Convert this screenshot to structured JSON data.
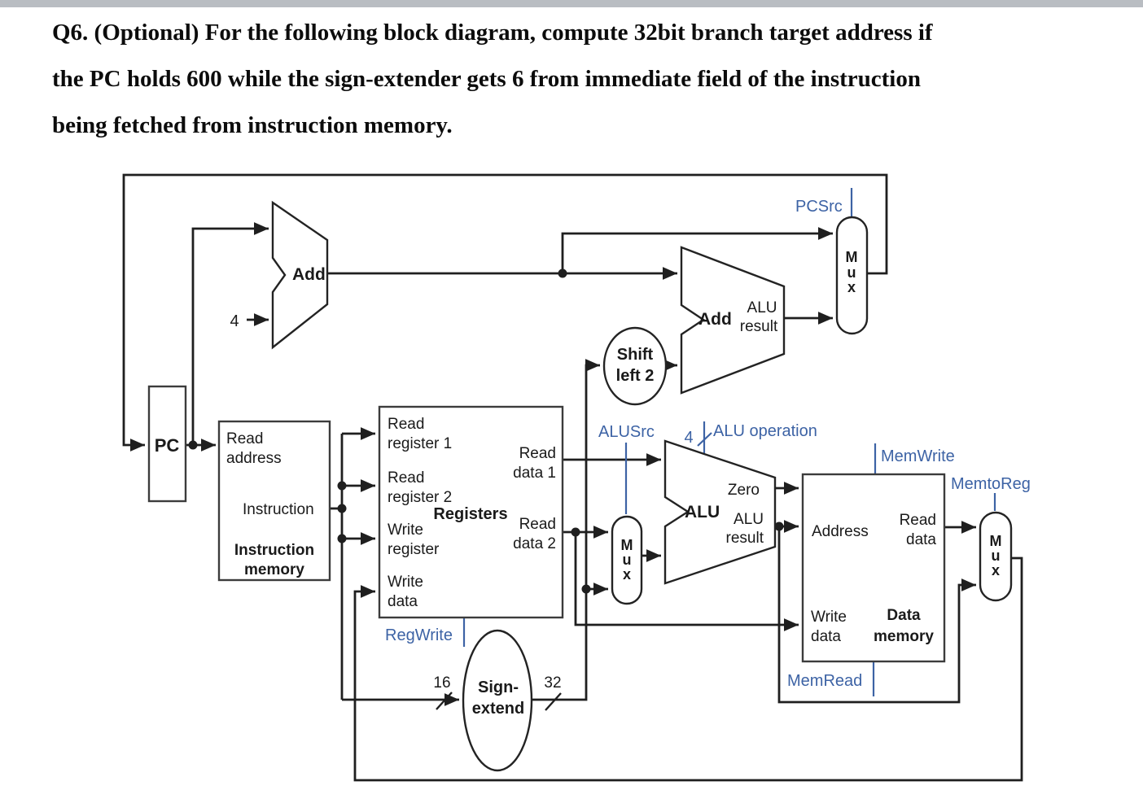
{
  "title": {
    "line1": "Q6. (Optional) For the following block diagram, compute 32bit branch target address if",
    "line2": "the PC holds 600 while the sign-extender gets 6 from immediate field of the instruction",
    "line3": "being fetched from instruction memory."
  },
  "colors": {
    "signal_blue": "#3d63a5",
    "wire_black": "#1f1f1f"
  },
  "diagram": {
    "pc": {
      "label": "PC"
    },
    "increment_value": "4",
    "adder_pc": {
      "label": "Add"
    },
    "adder_branch": {
      "label": "Add",
      "result_line1": "ALU",
      "result_line2": "result"
    },
    "shift_left": {
      "line1": "Shift",
      "line2": "left 2"
    },
    "instruction_memory": {
      "port_read_address_line1": "Read",
      "port_read_address_line2": "address",
      "port_instruction": "Instruction",
      "name_line1": "Instruction",
      "name_line2": "memory"
    },
    "registers": {
      "name": "Registers",
      "port_read_register1_line1": "Read",
      "port_read_register1_line2": "register 1",
      "port_read_register2_line1": "Read",
      "port_read_register2_line2": "register 2",
      "port_write_register_line1": "Write",
      "port_write_register_line2": "register",
      "port_write_data_line1": "Write",
      "port_write_data_line2": "data",
      "port_read_data1_line1": "Read",
      "port_read_data1_line2": "data 1",
      "port_read_data2_line1": "Read",
      "port_read_data2_line2": "data 2"
    },
    "sign_extend": {
      "line1": "Sign-",
      "line2": "extend",
      "input_bits": "16",
      "output_bits": "32"
    },
    "alu": {
      "label": "ALU",
      "port_zero": "Zero",
      "result_line1": "ALU",
      "result_line2": "result"
    },
    "data_memory": {
      "port_address": "Address",
      "port_read_data_line1": "Read",
      "port_read_data_line2": "data",
      "port_write_data_line1": "Write",
      "port_write_data_line2": "data",
      "name_line1": "Data",
      "name_line2": "memory"
    },
    "mux": {
      "m": "M",
      "u": "u",
      "x": "x"
    },
    "signals": {
      "pcsrc": "PCSrc",
      "alusrc": "ALUSrc",
      "alu_operation": "ALU operation",
      "alu_operation_bits": "4",
      "regwrite": "RegWrite",
      "memwrite": "MemWrite",
      "memread": "MemRead",
      "memtoreg": "MemtoReg"
    }
  }
}
